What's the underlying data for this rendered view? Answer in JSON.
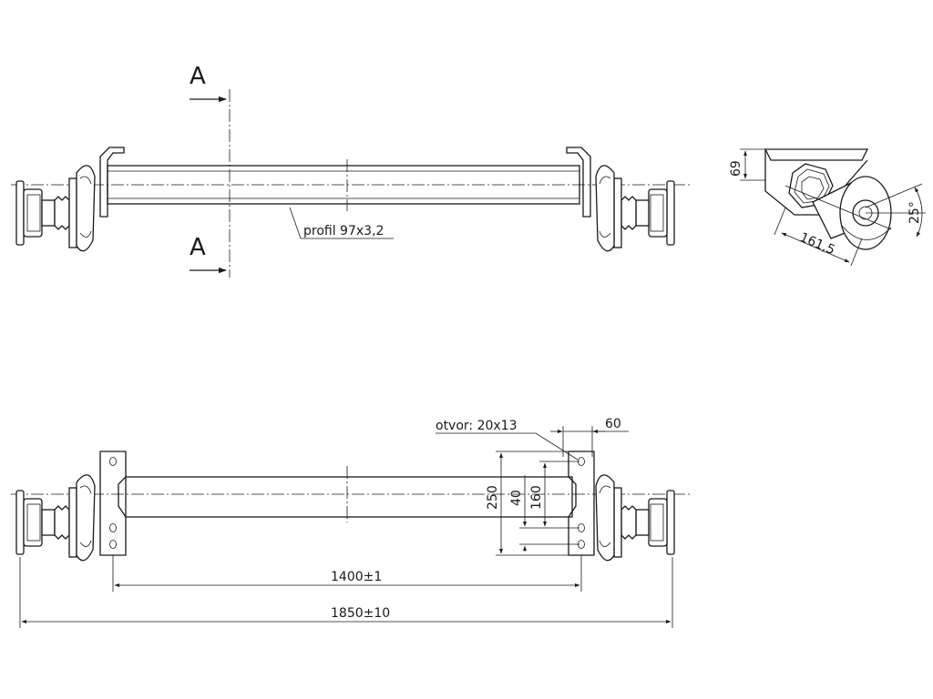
{
  "section_labels": {
    "top": "A",
    "bottom": "A"
  },
  "top_view": {
    "profile_label": "profil 97x3,2"
  },
  "side_view": {
    "height_label": "69",
    "length_label": "161,5",
    "angle_label": "25°"
  },
  "bottom_view": {
    "hole_label": "otvor: 20x13",
    "offset_label": "60",
    "dim_250": "250",
    "dim_40": "40",
    "dim_160": "160",
    "span_label": "1400±1",
    "overall_label": "1850±10"
  }
}
